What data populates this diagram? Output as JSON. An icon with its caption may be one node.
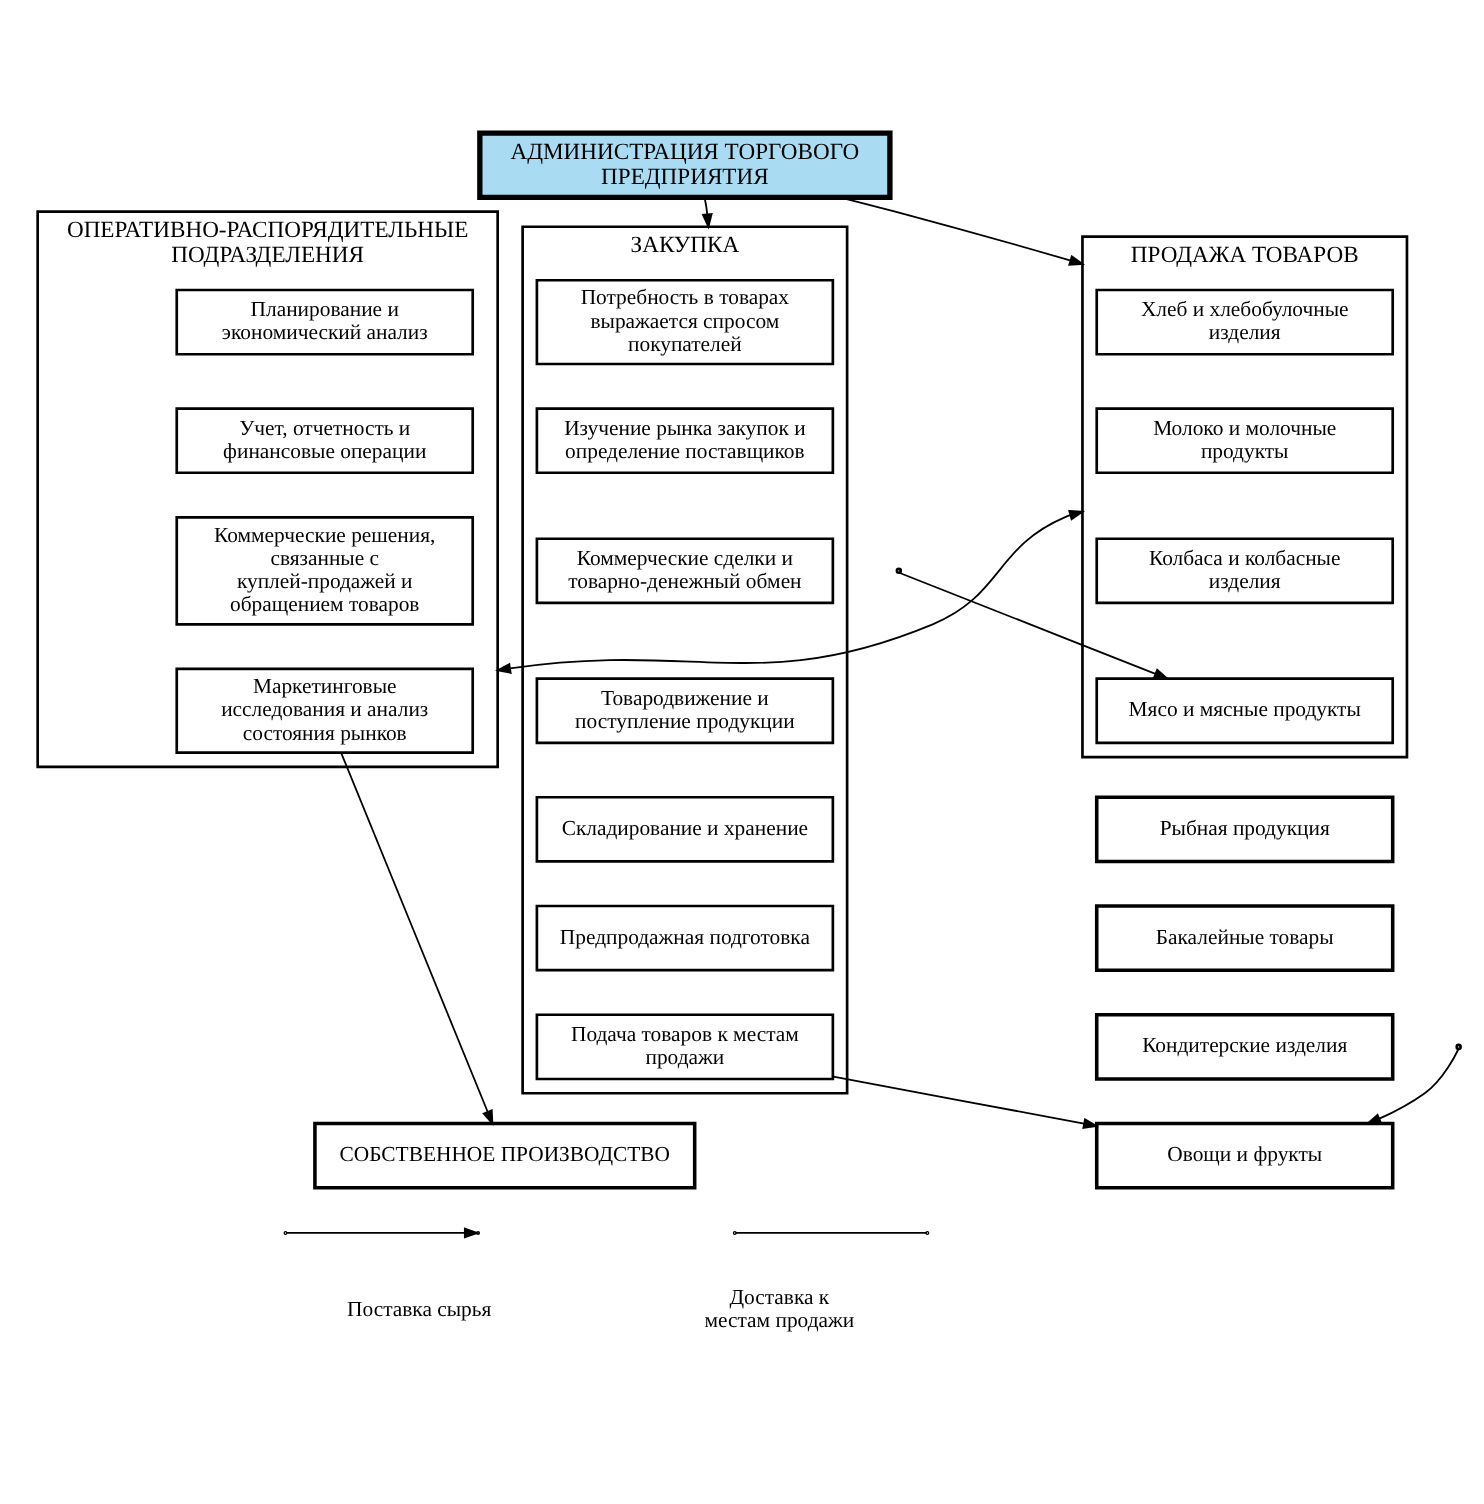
{
  "diagram": {
    "nodes": [
      {
        "text": [
          "АДМИНИСТРАЦИЯ ТОРГОВОГО ПРЕДПРИЯТИЯ"
        ]
      },
      {
        "text": [
          "ЗАКУПКА"
        ]
      },
      {
        "text": [
          "Потребность в товарах выражается спросом покупателей"
        ],
        "in": 1
      },
      {
        "text": [
          "Изучение рынка закупок и определение поставщиков"
        ],
        "in": 1
      },
      {
        "text": [
          "Коммерческие сделки и товарно-денежный обмен"
        ],
        "in": 1
      },
      {
        "text": [
          "Товародвижение и поступление продукции"
        ],
        "in": 1
      },
      {
        "text": [
          "Складирование и хранение"
        ],
        "in": 1
      },
      {
        "text": [
          "Предпродажная подготовка"
        ],
        "in": 1
      },
      {
        "text": [
          "Подача товаров к местам продажи"
        ],
        "in": 1
      },
      {
        "text": [
          "ОПЕРАТИВНО-РАСПОРЯДИТЕЛЬНЫЕ ПОДРАЗДЕЛЕНИЯ"
        ]
      },
      {
        "text": [
          "Планирование и экономический анализ"
        ],
        "in": 9
      },
      {
        "text": [
          "Учет, отчетность и финансовые операции"
        ],
        "in": 9
      },
      {
        "text": [
          "Коммерческие решения, связанные с куплей-продажей и обращением товаров"
        ],
        "in": 9
      },
      {
        "text": [
          "Маркетинговые исследования и анализ состояния рынков"
        ],
        "in": 9
      },
      {
        "text": [
          "ПРОДАЖА ТОВАРОВ"
        ]
      },
      {
        "text": [
          "Хлеб и хлебобулочные изделия"
        ],
        "in": 14
      },
      {
        "text": [
          "Молоко и молочные продукты"
        ],
        "in": 14
      },
      {
        "text": [
          "Колбаса и колбасные изделия"
        ],
        "in": 14
      },
      {
        "text": [
          "Мясо и мясные продукты"
        ],
        "in": 14
      },
      {
        "text": [
          "Рыбная продукция"
        ]
      },
      {
        "text": [
          "Бакалейные товары"
        ]
      },
      {
        "text": [
          "Кондитерские изделия"
        ]
      },
      {
        "text": [
          "Овощи и фрукты"
        ]
      },
      {
        "text": [
          "СОБСТВЕННОЕ ПРОИЗВОДСТВО"
        ]
      }
    ],
    "edges": [
      {
        "from": 0,
        "to": 1,
        "arrow": "to"
      },
      {
        "from": 0,
        "to": 14,
        "arrow": "to"
      },
      {
        "from": 9,
        "to": 14,
        "arrow": "both"
      },
      {
        "from": null,
        "to": 18,
        "arrow": "to"
      },
      {
        "from": 8,
        "to": 22,
        "arrow": "to"
      },
      {
        "from": 13,
        "to": 23,
        "arrow": "to"
      },
      {
        "from": null,
        "to": 22,
        "arrow": "to"
      }
    ],
    "legend": [
      {
        "text": "Поставка сырья"
      },
      {
        "text": "Доставка к местам продажи"
      }
    ]
  }
}
